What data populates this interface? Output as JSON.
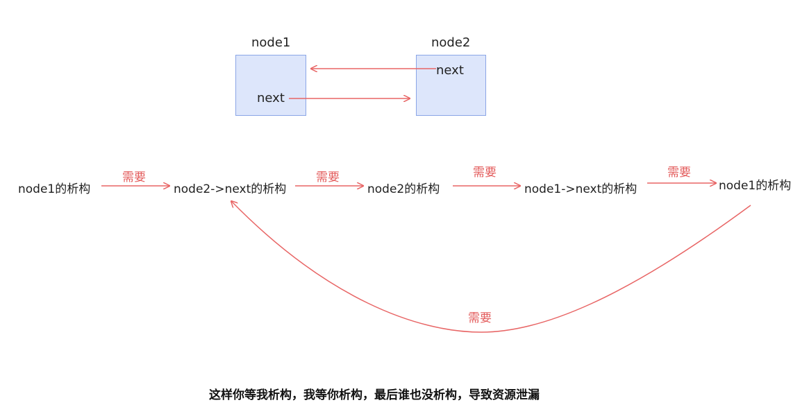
{
  "colors": {
    "box_fill": "#dde6fb",
    "box_border": "#8aa5e6",
    "arrow": "#e86565",
    "label": "#e35b5b"
  },
  "nodes": {
    "node1": {
      "title": "node1",
      "field": "next"
    },
    "node2": {
      "title": "node2",
      "field": "next"
    }
  },
  "chain": {
    "steps": [
      "node1的析构",
      "node2->next的析构",
      "node2的析构",
      "node1->next的析构",
      "node1的析构"
    ],
    "edge_labels": [
      "需要",
      "需要",
      "需要",
      "需要"
    ],
    "loop_label": "需要"
  },
  "caption": "这样你等我析构，我等你析构，最后谁也没析构，导致资源泄漏"
}
